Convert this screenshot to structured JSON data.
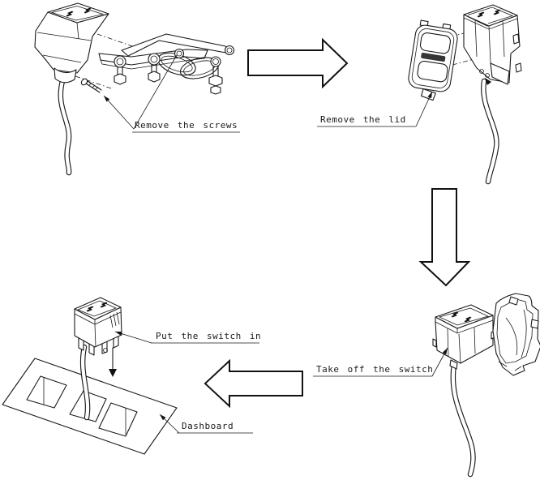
{
  "diagram": {
    "background_color": "#ffffff",
    "line_color": "#1a1a1a",
    "text_color": "#1a1a1a",
    "steps": {
      "remove_screws": "Remove the screws",
      "remove_lid": "Remove the lid",
      "take_off_switch": "Take off the switch",
      "put_switch_in": "Put the switch in"
    },
    "annotations": {
      "dashboard": "Dashboard"
    },
    "flow_arrows": [
      {
        "name": "flow-arrow-right",
        "direction": "right"
      },
      {
        "name": "flow-arrow-down",
        "direction": "down"
      },
      {
        "name": "flow-arrow-left",
        "direction": "left"
      }
    ],
    "figures": [
      {
        "name": "figure-switch-bracket-clamp"
      },
      {
        "name": "figure-lid-and-switch"
      },
      {
        "name": "figure-switch-and-housing"
      },
      {
        "name": "figure-switch-and-dashboard"
      }
    ],
    "icons": [
      {
        "name": "switch-symbol-icon"
      },
      {
        "name": "lid-logo-mark"
      }
    ]
  }
}
